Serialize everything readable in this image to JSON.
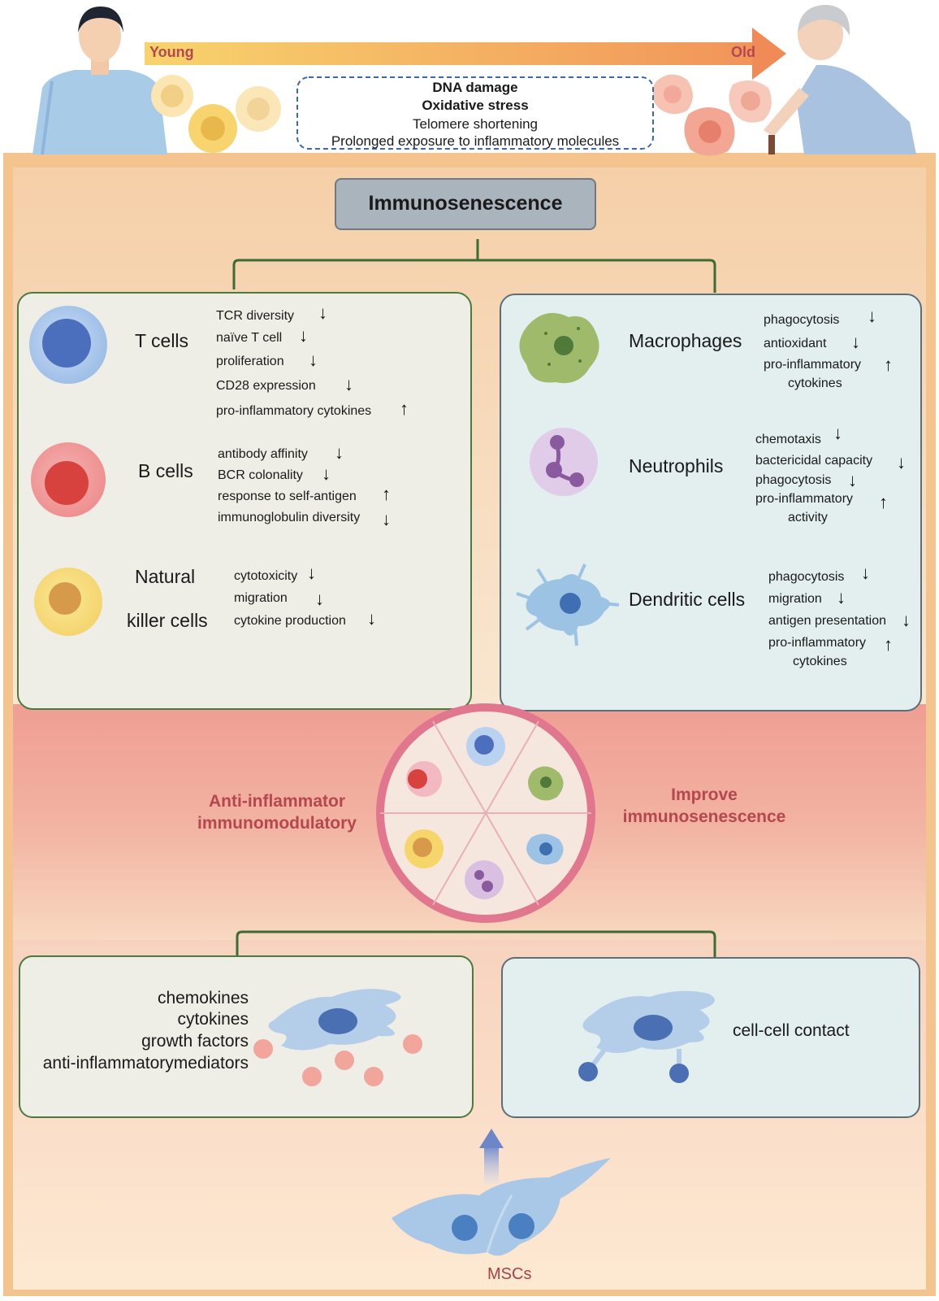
{
  "header": {
    "young_label": "Young",
    "old_label": "Old",
    "stressors": [
      "DNA damage",
      "Oxidative stress",
      "Telomere shortening",
      "Prolonged exposure to inflammatory molecules"
    ]
  },
  "title": "Immunosenescence",
  "adaptive": {
    "t_cells": {
      "label": "T cells",
      "items": [
        {
          "text": "TCR diversity",
          "arrow": "↓"
        },
        {
          "text": "naïve T cell",
          "arrow": "↓"
        },
        {
          "text": "proliferation",
          "arrow": "↓"
        },
        {
          "text": "CD28 expression",
          "arrow": "↓"
        },
        {
          "text": "pro-inflammatory cytokines",
          "arrow": "↑"
        }
      ]
    },
    "b_cells": {
      "label": "B cells",
      "items": [
        {
          "text": "antibody affinity",
          "arrow": "↓"
        },
        {
          "text": "BCR colonality",
          "arrow": "↓"
        },
        {
          "text": "response to self-antigen",
          "arrow": "↑"
        },
        {
          "text": "immunoglobulin diversity",
          "arrow": "↓"
        }
      ]
    },
    "nk_cells": {
      "label_line1": "Natural",
      "label_line2": "killer cells",
      "items": [
        {
          "text": "cytotoxicity",
          "arrow": "↓"
        },
        {
          "text": "migration",
          "arrow": "↓"
        },
        {
          "text": "cytokine production",
          "arrow": "↓"
        }
      ]
    }
  },
  "innate": {
    "macrophages": {
      "label": "Macrophages",
      "items": [
        {
          "text": "phagocytosis",
          "arrow": "↓"
        },
        {
          "text": "antioxidant",
          "arrow": "↓"
        },
        {
          "text": "pro-inflammatory",
          "text2": "cytokines",
          "arrow": "↑"
        }
      ]
    },
    "neutrophils": {
      "label": "Neutrophils",
      "items": [
        {
          "text": "chemotaxis",
          "arrow": "↓"
        },
        {
          "text": "bactericidal capacity",
          "arrow": "↓"
        },
        {
          "text": "phagocytosis",
          "arrow": "↓"
        },
        {
          "text": "pro-inflammatory",
          "text2": "activity",
          "arrow": "↑"
        }
      ]
    },
    "dendritic": {
      "label": "Dendritic cells",
      "items": [
        {
          "text": "phagocytosis",
          "arrow": "↓"
        },
        {
          "text": "migration",
          "arrow": "↓"
        },
        {
          "text": "antigen presentation",
          "arrow": "↓"
        },
        {
          "text": "pro-inflammatory",
          "text2": "cytokines",
          "arrow": "↑"
        }
      ]
    }
  },
  "msc_effects": {
    "left_line1": "Anti-inflammator",
    "left_line2": "immunomodulatory",
    "right_line1": "Improve",
    "right_line2": "immunosenescence"
  },
  "mechanisms": {
    "paracrine": [
      "chemokines",
      "cytokines",
      "growth factors",
      "anti-inflammatorymediators"
    ],
    "contact": "cell-cell contact"
  },
  "msc_label": "MSCs",
  "colors": {
    "frame": "#f3c48e",
    "upper_bg": "#f6dcc4",
    "pink_band": "#f0a99c",
    "left_panel": "#eeeee7",
    "right_panel": "#e3eeee",
    "panel_border": "#4a7a3c",
    "tree_line": "#3d6b34",
    "accent_red": "#b5474f",
    "msc_label": "#a8404a",
    "title_box": "#aab4bd"
  }
}
